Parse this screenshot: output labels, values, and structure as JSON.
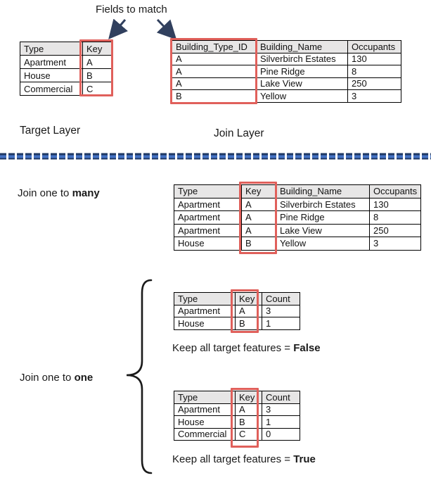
{
  "annotations": {
    "fields_to_match": "Fields to match",
    "target_layer": "Target Layer",
    "join_layer": "Join Layer"
  },
  "sections": {
    "one_to_many": {
      "label_prefix": "Join one to ",
      "label_bold": "many"
    },
    "one_to_one": {
      "label_prefix": "Join one to ",
      "label_bold": "one",
      "keep_false_prefix": "Keep all target features = ",
      "keep_false_value": "False",
      "keep_true_prefix": "Keep all target features = ",
      "keep_true_value": "True"
    }
  },
  "tables": {
    "target": {
      "headers": [
        "Type",
        "Key"
      ],
      "rows": [
        [
          "Apartment",
          "A"
        ],
        [
          "House",
          "B"
        ],
        [
          "Commercial",
          "C"
        ]
      ]
    },
    "join": {
      "headers": [
        "Building_Type_ID",
        "Building_Name",
        "Occupants"
      ],
      "rows": [
        [
          "A",
          "Silverbirch Estates",
          "130"
        ],
        [
          "A",
          "Pine Ridge",
          "8"
        ],
        [
          "A",
          "Lake View",
          "250"
        ],
        [
          "B",
          "Yellow",
          "3"
        ]
      ]
    },
    "one_to_many": {
      "headers": [
        "Type",
        "Key",
        "Building_Name",
        "Occupants"
      ],
      "rows": [
        [
          "Apartment",
          "A",
          "Silverbirch Estates",
          "130"
        ],
        [
          "Apartment",
          "A",
          "Pine Ridge",
          "8"
        ],
        [
          "Apartment",
          "A",
          "Lake View",
          "250"
        ],
        [
          "House",
          "B",
          "Yellow",
          "3"
        ]
      ]
    },
    "one_to_one_false": {
      "headers": [
        "Type",
        "Key",
        "Count"
      ],
      "rows": [
        [
          "Apartment",
          "A",
          "3"
        ],
        [
          "House",
          "B",
          "1"
        ]
      ]
    },
    "one_to_one_true": {
      "headers": [
        "Type",
        "Key",
        "Count"
      ],
      "rows": [
        [
          "Apartment",
          "A",
          "3"
        ],
        [
          "House",
          "B",
          "1"
        ],
        [
          "Commercial",
          "C",
          "0"
        ]
      ]
    }
  },
  "colors": {
    "highlight_red": "#E0605B",
    "arrow_navy": "#31405E",
    "divider_dark": "#1F3864",
    "divider_blue": "#4472C4",
    "table_header_gray": "#E7E6E6"
  }
}
